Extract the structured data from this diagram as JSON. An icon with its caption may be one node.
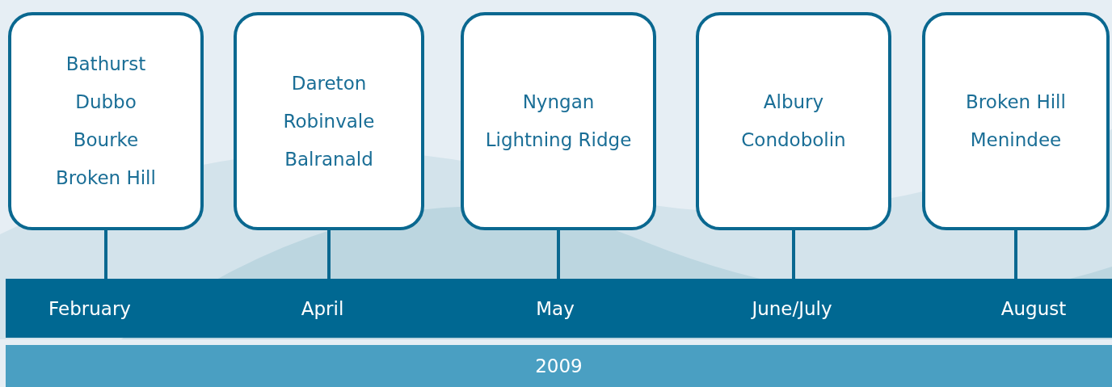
{
  "diagram": {
    "nodes": [
      {
        "text": [
          "Bathurst",
          "Dubbo",
          "Bourke",
          "Broken Hill"
        ]
      },
      {
        "text": [
          "Dareton",
          "Robinvale",
          "Balranald"
        ]
      },
      {
        "text": [
          "Nyngan",
          "Lightning Ridge"
        ]
      },
      {
        "text": [
          "Albury",
          "Condobolin"
        ]
      },
      {
        "text": [
          "Broken Hill",
          "Menindee"
        ]
      },
      {
        "text": [],
        "shape": "bar"
      },
      {
        "text": [
          "February"
        ],
        "in": 5
      },
      {
        "text": [
          "April"
        ],
        "in": 5
      },
      {
        "text": [
          "May"
        ],
        "in": 5
      },
      {
        "text": [
          "June/July"
        ],
        "in": 5
      },
      {
        "text": [
          "August"
        ],
        "in": 5
      },
      {
        "text": [
          "2009"
        ]
      }
    ],
    "edges": [
      {
        "from": 0,
        "to": 6,
        "arrow": "none"
      },
      {
        "from": 1,
        "to": 7,
        "arrow": "none"
      },
      {
        "from": 2,
        "to": 8,
        "arrow": "none"
      },
      {
        "from": 3,
        "to": 9,
        "arrow": "none"
      },
      {
        "from": 4,
        "to": 10,
        "arrow": "none"
      }
    ]
  }
}
